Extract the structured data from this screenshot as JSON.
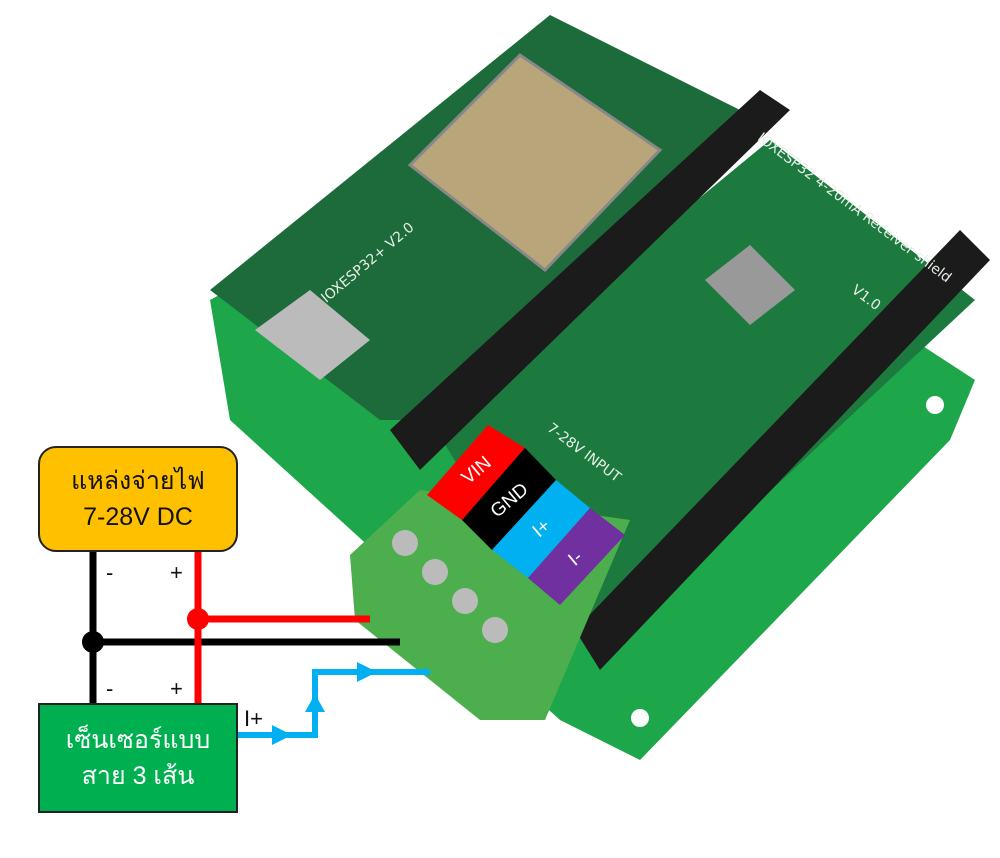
{
  "power_supply": {
    "line1": "แหล่งจ่ายไฟ",
    "line2": "7-28V DC",
    "minus": "-",
    "plus": "+"
  },
  "sensor": {
    "line1": "เซ็นเซอร์แบบ",
    "line2": "สาย 3 เส้น",
    "minus": "-",
    "plus": "+",
    "signal": "I+"
  },
  "terminal_labels": [
    "VIN",
    "GND",
    "I+",
    "I-"
  ],
  "board_text": {
    "shield": "IOXESP32 4-20mA Receiver shield",
    "version": "V1.0",
    "mcu": "IOXESP32+ V2.0",
    "input": "7-28V INPUT"
  },
  "colors": {
    "vin": "#ff0000",
    "gnd": "#000000",
    "iplus": "#00b0f0",
    "iminus": "#7030a0",
    "psu": "#ffc000",
    "sensor": "#00b050"
  }
}
